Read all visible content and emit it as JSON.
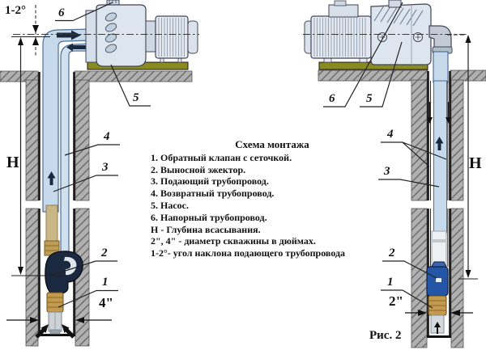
{
  "legend": {
    "title": "Схема монтажа",
    "items": [
      "1. Обратный клапан с сеточкой.",
      "2. Выносной эжектор.",
      "3. Подающий трубопровод.",
      "4. Возвратный трубопровод.",
      "5. Насос.",
      "6. Напорный трубопровод.",
      "Н - Глубина всасывания.",
      "2\", 4\" - диаметр скважины в дюймах.",
      "1-2°- угол наклона подающего трубопровода"
    ]
  },
  "pointers": {
    "p1": "1",
    "p2": "2",
    "p3": "3",
    "p4": "4",
    "p5": "5",
    "p6": "6"
  },
  "dimensions": {
    "left_well_diameter": "4\"",
    "right_well_diameter": "2\"",
    "suction_depth": "Н",
    "slope_angle": "1-2°"
  },
  "caption": {
    "figure": "Рис. 2"
  },
  "colors": {
    "pipe_blue": "#c6daec",
    "pipe_edge": "#4f6f95",
    "ejector_navy": "#1b2940",
    "ejector_blue": "#2456a8",
    "brass": "#c49a4e",
    "tan_pipe": "#c9b787",
    "base_olive": "#8a8a22",
    "ground_gray": "#b0b0b0",
    "hatch_line": "#6e6e6e",
    "text": "#111111"
  }
}
